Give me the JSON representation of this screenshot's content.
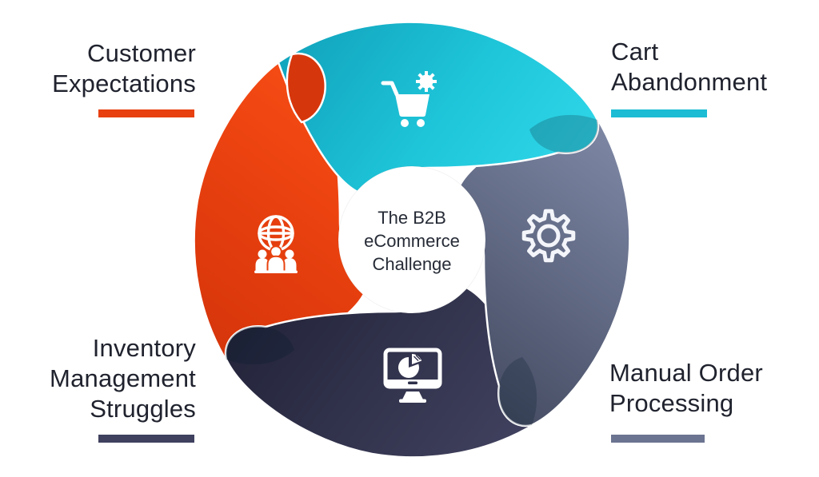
{
  "title": "The B2B eCommerce Challenge infographic",
  "center": {
    "line1": "The B2B",
    "line2": "eCommerce",
    "line3": "Challenge"
  },
  "segments": [
    {
      "id": "customer-expectations",
      "label": "Customer\nExpectations",
      "position": "top-left",
      "petal": "left",
      "color": "#e8400f",
      "underline_color": "#e8400f",
      "icon": "team-globe-icon"
    },
    {
      "id": "cart-abandonment",
      "label": "Cart\nAbandonment",
      "position": "top-right",
      "petal": "top",
      "color": "#1cbcd4",
      "underline_color": "#1cbcd4",
      "icon": "cart-gear-icon"
    },
    {
      "id": "manual-order-processing",
      "label": "Manual Order\nProcessing",
      "position": "bottom-right",
      "petal": "right",
      "color": "#6b7490",
      "underline_color": "#6b7490",
      "icon": "gear-icon"
    },
    {
      "id": "inventory-management-struggles",
      "label": "Inventory\nManagement\nStruggles",
      "position": "bottom-left",
      "petal": "bottom",
      "color": "#30314b",
      "underline_color": "#3f415e",
      "icon": "monitor-pie-chart-icon"
    }
  ],
  "colors": {
    "orange": "#e8400f",
    "teal": "#1cbcd4",
    "slate": "#6b7490",
    "navy": "#30314b",
    "heading_text": "#20232e",
    "center_text": "#262b36",
    "icon": "#ffffff",
    "background": "#ffffff"
  }
}
